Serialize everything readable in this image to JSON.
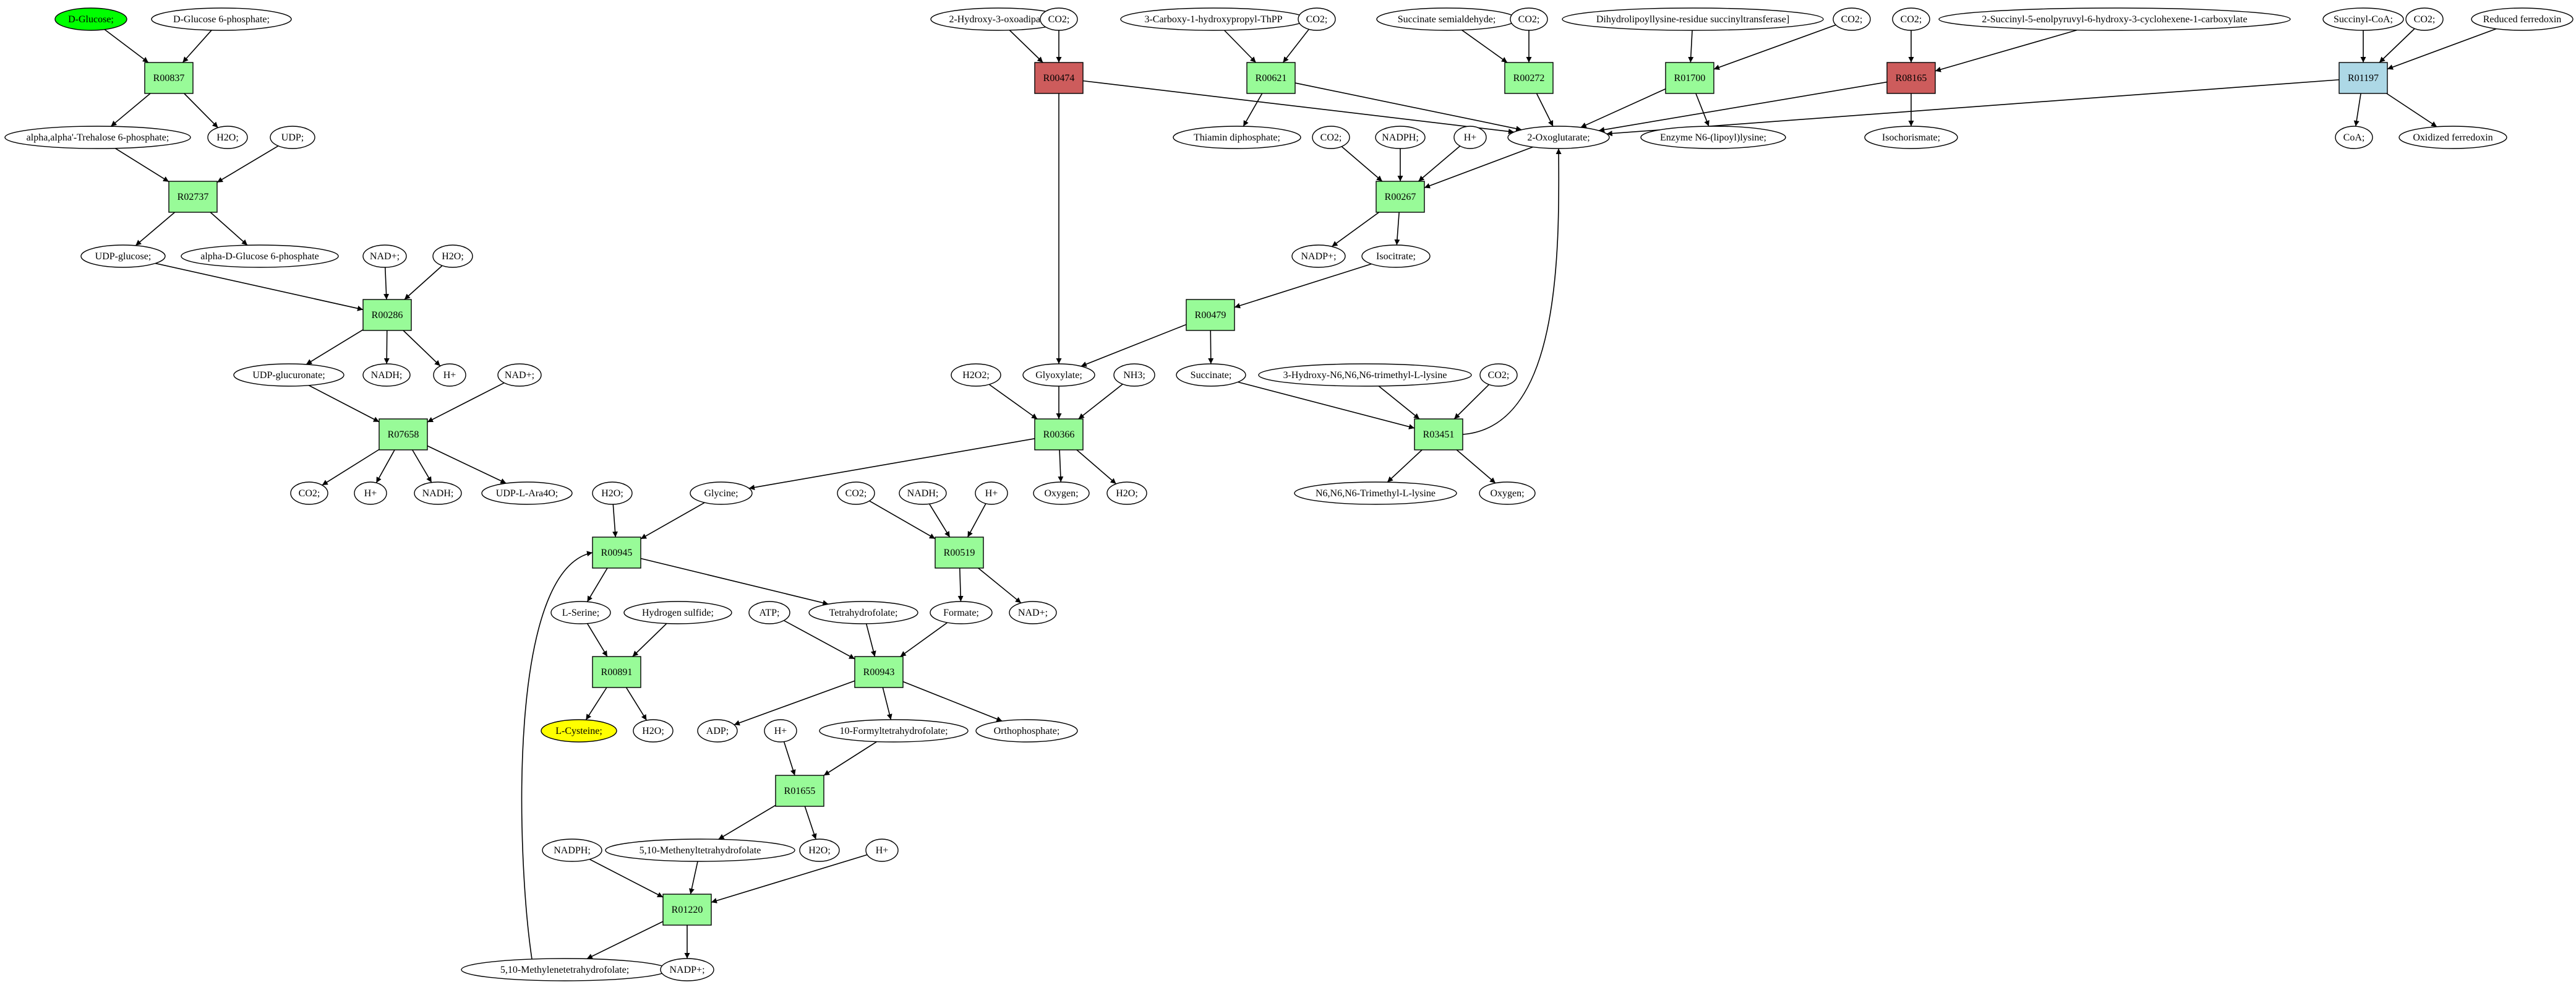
{
  "colors": {
    "reaction_default": "#98fb98",
    "reaction_red": "#cd5c5c",
    "reaction_blue": "#add8e6",
    "compound_default": "#ffffff",
    "compound_start": "#00ff00",
    "compound_target": "#ffff00",
    "edge": "#000000"
  },
  "reactions": [
    {
      "id": "R00837",
      "label": "R00837",
      "color": "reaction_default"
    },
    {
      "id": "R02737",
      "label": "R02737",
      "color": "reaction_default"
    },
    {
      "id": "R00286",
      "label": "R00286",
      "color": "reaction_default"
    },
    {
      "id": "R07658",
      "label": "R07658",
      "color": "reaction_default"
    },
    {
      "id": "R00945",
      "label": "R00945",
      "color": "reaction_default"
    },
    {
      "id": "R00891",
      "label": "R00891",
      "color": "reaction_default"
    },
    {
      "id": "R00474",
      "label": "R00474",
      "color": "reaction_red"
    },
    {
      "id": "R00621",
      "label": "R00621",
      "color": "reaction_default"
    },
    {
      "id": "R00272",
      "label": "R00272",
      "color": "reaction_default"
    },
    {
      "id": "R01700",
      "label": "R01700",
      "color": "reaction_default"
    },
    {
      "id": "R08165",
      "label": "R08165",
      "color": "reaction_red"
    },
    {
      "id": "R01197",
      "label": "R01197",
      "color": "reaction_blue"
    },
    {
      "id": "R00267",
      "label": "R00267",
      "color": "reaction_default"
    },
    {
      "id": "R00479",
      "label": "R00479",
      "color": "reaction_default"
    },
    {
      "id": "R00366",
      "label": "R00366",
      "color": "reaction_default"
    },
    {
      "id": "R03451",
      "label": "R03451",
      "color": "reaction_default"
    },
    {
      "id": "R00519",
      "label": "R00519",
      "color": "reaction_default"
    },
    {
      "id": "R00943",
      "label": "R00943",
      "color": "reaction_default"
    },
    {
      "id": "R01655",
      "label": "R01655",
      "color": "reaction_default"
    },
    {
      "id": "R01220",
      "label": "R01220",
      "color": "reaction_default"
    }
  ],
  "compounds": [
    {
      "id": "c_glucose",
      "label": "D-Glucose;",
      "color": "compound_start"
    },
    {
      "id": "c_g6p",
      "label": "D-Glucose 6-phosphate;",
      "color": "compound_default"
    },
    {
      "id": "c_trehalose6p",
      "label": "alpha,alpha'-Trehalose 6-phosphate;",
      "color": "compound_default"
    },
    {
      "id": "c_h2o_1",
      "label": "H2O;",
      "color": "compound_default"
    },
    {
      "id": "c_udp",
      "label": "UDP;",
      "color": "compound_default"
    },
    {
      "id": "c_udpglucose",
      "label": "UDP-glucose;",
      "color": "compound_default"
    },
    {
      "id": "c_adg6p",
      "label": "alpha-D-Glucose 6-phosphate",
      "color": "compound_default"
    },
    {
      "id": "c_nadp_1",
      "label": "NAD+;",
      "color": "compound_default"
    },
    {
      "id": "c_h2o_2",
      "label": "H2O;",
      "color": "compound_default"
    },
    {
      "id": "c_udpglucuronate",
      "label": "UDP-glucuronate;",
      "color": "compound_default"
    },
    {
      "id": "c_nadh_1",
      "label": "NADH;",
      "color": "compound_default"
    },
    {
      "id": "c_hplus_1",
      "label": "H+",
      "color": "compound_default"
    },
    {
      "id": "c_nadp_2",
      "label": "NAD+;",
      "color": "compound_default"
    },
    {
      "id": "c_co2_1",
      "label": "CO2;",
      "color": "compound_default"
    },
    {
      "id": "c_hplus_2",
      "label": "H+",
      "color": "compound_default"
    },
    {
      "id": "c_nadh_2",
      "label": "NADH;",
      "color": "compound_default"
    },
    {
      "id": "c_udpara",
      "label": "UDP-L-Ara4O;",
      "color": "compound_default"
    },
    {
      "id": "c_h2o_3",
      "label": "H2O;",
      "color": "compound_default"
    },
    {
      "id": "c_glycine",
      "label": "Glycine;",
      "color": "compound_default"
    },
    {
      "id": "c_serine",
      "label": "L-Serine;",
      "color": "compound_default"
    },
    {
      "id": "c_h2s",
      "label": "Hydrogen sulfide;",
      "color": "compound_default"
    },
    {
      "id": "c_thf",
      "label": "Tetrahydrofolate;",
      "color": "compound_default"
    },
    {
      "id": "c_cysteine",
      "label": "L-Cysteine;",
      "color": "compound_target"
    },
    {
      "id": "c_h2o_4",
      "label": "H2O;",
      "color": "compound_default"
    },
    {
      "id": "c_hydroxyoxoadipate",
      "label": "2-Hydroxy-3-oxoadipate",
      "color": "compound_default"
    },
    {
      "id": "c_co2_2",
      "label": "CO2;",
      "color": "compound_default"
    },
    {
      "id": "c_carboxyhpthpp",
      "label": "3-Carboxy-1-hydroxypropyl-ThPP",
      "color": "compound_default"
    },
    {
      "id": "c_co2_3",
      "label": "CO2;",
      "color": "compound_default"
    },
    {
      "id": "c_succsemiald",
      "label": "Succinate semialdehyde;",
      "color": "compound_default"
    },
    {
      "id": "c_co2_4",
      "label": "CO2;",
      "color": "compound_default"
    },
    {
      "id": "c_dihydrolipoyl",
      "label": "Dihydrolipoyllysine-residue succinyltransferase]",
      "color": "compound_default"
    },
    {
      "id": "c_co2_5",
      "label": "CO2;",
      "color": "compound_default"
    },
    {
      "id": "c_co2_6",
      "label": "CO2;",
      "color": "compound_default"
    },
    {
      "id": "c_sephchc",
      "label": "2-Succinyl-5-enolpyruvyl-6-hydroxy-3-cyclohexene-1-carboxylate",
      "color": "compound_default"
    },
    {
      "id": "c_succinylcoa",
      "label": "Succinyl-CoA;",
      "color": "compound_default"
    },
    {
      "id": "c_co2_7",
      "label": "CO2;",
      "color": "compound_default"
    },
    {
      "id": "c_redferredoxin",
      "label": "Reduced ferredoxin",
      "color": "compound_default"
    },
    {
      "id": "c_thiaminpp",
      "label": "Thiamin diphosphate;",
      "color": "compound_default"
    },
    {
      "id": "c_oxoglutarate",
      "label": "2-Oxoglutarate;",
      "color": "compound_default"
    },
    {
      "id": "c_enzyme_lipoyl",
      "label": "Enzyme N6-(lipoyl)lysine;",
      "color": "compound_default"
    },
    {
      "id": "c_isochorismate",
      "label": "Isochorismate;",
      "color": "compound_default"
    },
    {
      "id": "c_coa",
      "label": "CoA;",
      "color": "compound_default"
    },
    {
      "id": "c_oxferredoxin",
      "label": "Oxidized ferredoxin",
      "color": "compound_default"
    },
    {
      "id": "c_co2_8",
      "label": "CO2;",
      "color": "compound_default"
    },
    {
      "id": "c_nadph_1",
      "label": "NADPH;",
      "color": "compound_default"
    },
    {
      "id": "c_hplus_3",
      "label": "H+",
      "color": "compound_default"
    },
    {
      "id": "c_nadpplus_1",
      "label": "NADP+;",
      "color": "compound_default"
    },
    {
      "id": "c_isocitrate",
      "label": "Isocitrate;",
      "color": "compound_default"
    },
    {
      "id": "c_h2o2",
      "label": "H2O2;",
      "color": "compound_default"
    },
    {
      "id": "c_glyoxylate",
      "label": "Glyoxylate;",
      "color": "compound_default"
    },
    {
      "id": "c_nh3",
      "label": "NH3;",
      "color": "compound_default"
    },
    {
      "id": "c_succinate",
      "label": "Succinate;",
      "color": "compound_default"
    },
    {
      "id": "c_hydroxytml",
      "label": "3-Hydroxy-N6,N6,N6-trimethyl-L-lysine",
      "color": "compound_default"
    },
    {
      "id": "c_co2_9",
      "label": "CO2;",
      "color": "compound_default"
    },
    {
      "id": "c_oxygen_1",
      "label": "Oxygen;",
      "color": "compound_default"
    },
    {
      "id": "c_h2o_5",
      "label": "H2O;",
      "color": "compound_default"
    },
    {
      "id": "c_tml",
      "label": "N6,N6,N6-Trimethyl-L-lysine",
      "color": "compound_default"
    },
    {
      "id": "c_oxygen_2",
      "label": "Oxygen;",
      "color": "compound_default"
    },
    {
      "id": "c_co2_10",
      "label": "CO2;",
      "color": "compound_default"
    },
    {
      "id": "c_nadh_3",
      "label": "NADH;",
      "color": "compound_default"
    },
    {
      "id": "c_hplus_4",
      "label": "H+",
      "color": "compound_default"
    },
    {
      "id": "c_formate",
      "label": "Formate;",
      "color": "compound_default"
    },
    {
      "id": "c_nadplus_3",
      "label": "NAD+;",
      "color": "compound_default"
    },
    {
      "id": "c_atp",
      "label": "ATP;",
      "color": "compound_default"
    },
    {
      "id": "c_adp",
      "label": "ADP;",
      "color": "compound_default"
    },
    {
      "id": "c_hplus_5",
      "label": "H+",
      "color": "compound_default"
    },
    {
      "id": "c_formylthf",
      "label": "10-Formyltetrahydrofolate;",
      "color": "compound_default"
    },
    {
      "id": "c_orthophosphate",
      "label": "Orthophosphate;",
      "color": "compound_default"
    },
    {
      "id": "c_methenylthf",
      "label": "5,10-Methenyltetrahydrofolate",
      "color": "compound_default"
    },
    {
      "id": "c_h2o_6",
      "label": "H2O;",
      "color": "compound_default"
    },
    {
      "id": "c_nadph_2",
      "label": "NADPH;",
      "color": "compound_default"
    },
    {
      "id": "c_hplus_6",
      "label": "H+",
      "color": "compound_default"
    },
    {
      "id": "c_methylenethf",
      "label": "5,10-Methylenetetrahydrofolate;",
      "color": "compound_default"
    },
    {
      "id": "c_nadpplus_2",
      "label": "NADP+;",
      "color": "compound_default"
    }
  ]
}
